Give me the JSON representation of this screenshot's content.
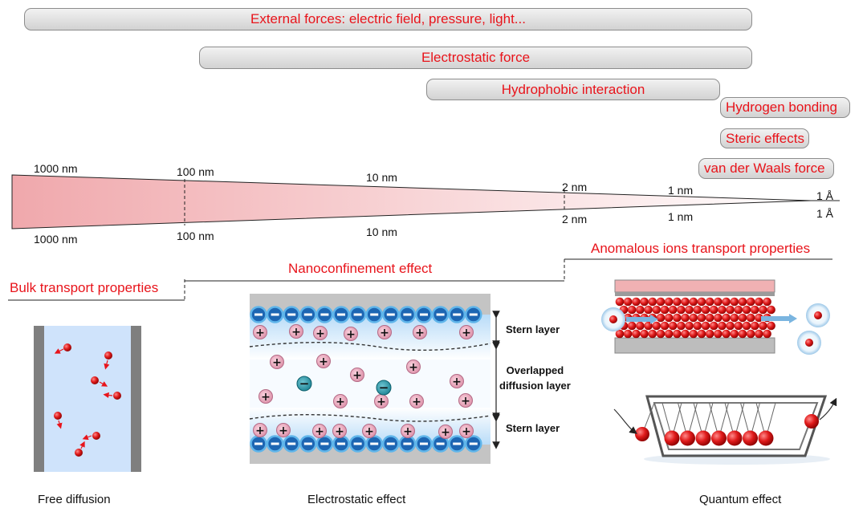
{
  "force_bars": {
    "external": "External forces: electric field, pressure, light...",
    "electrostatic": "Electrostatic force",
    "hydrophobic": "Hydrophobic interaction",
    "hydrogen": "Hydrogen bonding",
    "steric": "Steric effects",
    "vdw": "van der Waals force"
  },
  "scale_top": [
    "1000 nm",
    "100 nm",
    "10 nm",
    "2 nm",
    "1 nm",
    "1 Å"
  ],
  "scale_bottom": [
    "1000 nm",
    "100 nm",
    "10 nm",
    "2 nm",
    "1 nm",
    "1 Å"
  ],
  "regimes": {
    "bulk": "Bulk transport properties",
    "nano": "Nanoconfinement effect",
    "anomalous": "Anomalous ions transport properties"
  },
  "electrostatic_panel": {
    "stern_top": "Stern layer",
    "overlapped_1": "Overlapped",
    "overlapped_2": "diffusion layer",
    "stern_bottom": "Stern layer",
    "plus": "+",
    "minus": "−"
  },
  "captions": {
    "free": "Free diffusion",
    "electrostatic": "Electrostatic effect",
    "quantum": "Quantum effect"
  },
  "colors": {
    "accent_red": "#e8141b",
    "wedge": "#f0a8ac",
    "channel": "#cfe3fb",
    "wall": "#7f7f7f"
  }
}
